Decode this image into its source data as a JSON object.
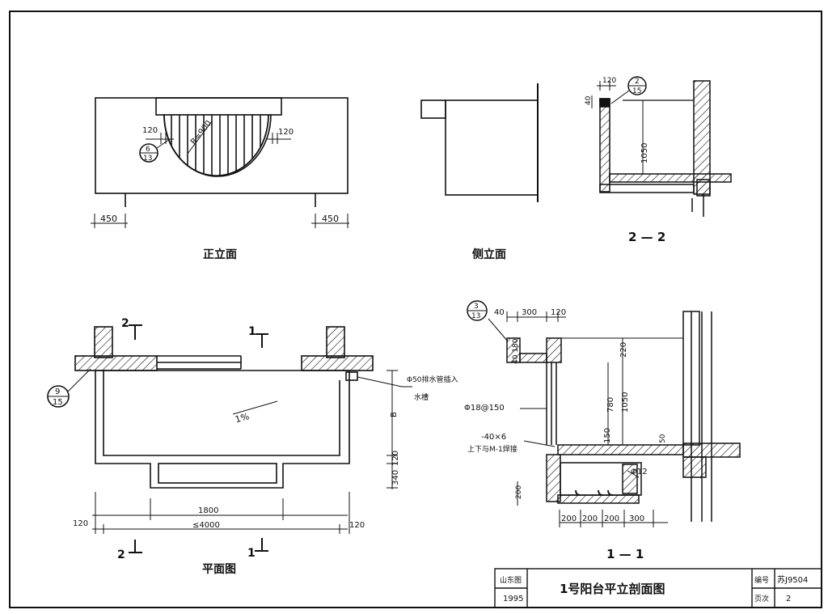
{
  "views": {
    "front_elevation": {
      "title": "正立面",
      "dim_left": "450",
      "dim_right": "450",
      "dim_120_left": "120",
      "dim_120_right": "120",
      "radius": "R=900",
      "ref_num": "6",
      "ref_den": "13"
    },
    "side_elevation": {
      "title": "侧立面"
    },
    "section_2_2": {
      "title": "2 — 2",
      "dim_120": "120",
      "dim_40": "40",
      "dim_1050": "1050",
      "ref_num": "2",
      "ref_den": "15"
    },
    "plan": {
      "title": "平面图",
      "ref_num": "9",
      "ref_den": "15",
      "slope": "1%",
      "drain_note_line1": "Φ50排水管插入",
      "drain_note_line2": "水槽",
      "dim_1800": "1800",
      "dim_4000": "≤4000",
      "dim_120_left": "120",
      "dim_120_right": "120",
      "dim_b": "B",
      "dim_v120": "120",
      "dim_340": "340",
      "mark_2_top": "2",
      "mark_1_top": "1",
      "mark_2_bottom": "2",
      "mark_1_bottom": "1"
    },
    "section_1_1": {
      "title": "1 — 1",
      "ref_num": "3",
      "ref_den": "13",
      "dim_40_top": "40",
      "dim_300": "300",
      "dim_120": "120",
      "dim_40_180": "40 180",
      "dim_220": "220",
      "dim_780": "780",
      "dim_1050": "1050",
      "dim_150": "150",
      "dim_50": "50",
      "rebar": "Φ18@150",
      "plate_line1": "-40×6",
      "plate_line2": "上下与M-1焊接",
      "phi12": "Φ12",
      "dim_200_v": "200",
      "dims_bottom": [
        "200",
        "200",
        "200",
        "300"
      ]
    }
  },
  "title_block": {
    "label_std": "山东图",
    "year": "1995",
    "drawing_title": "1号阳台平立剖面图",
    "label_no": "编号",
    "code": "苏J9504",
    "label_page": "页次",
    "page": "2"
  }
}
